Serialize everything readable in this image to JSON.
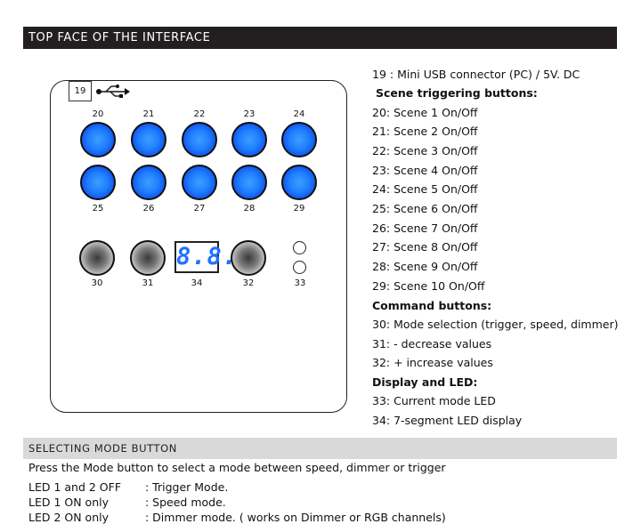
{
  "section1": {
    "title": "TOP FACE OF THE INTERFACE"
  },
  "device": {
    "usb_label": "19",
    "top_row": [
      "20",
      "21",
      "22",
      "23",
      "24"
    ],
    "mid_row": [
      "25",
      "26",
      "27",
      "28",
      "29"
    ],
    "bottom_labels": [
      "30",
      "31",
      "34",
      "32",
      "33"
    ],
    "display_value": "8.8."
  },
  "legend": [
    "19 : Mini USB connector (PC) / 5V. DC",
    "Scene triggering buttons:",
    "20: Scene 1 On/Off",
    "21: Scene 2 On/Off",
    "22: Scene 3 On/Off",
    "23: Scene 4 On/Off",
    "24: Scene 5 On/Off",
    "25: Scene 6 On/Off",
    "26: Scene 7 On/Off",
    "27: Scene 8 On/Off",
    "28: Scene 9 On/Off",
    "29: Scene 10 On/Off",
    "Command buttons:",
    "30: Mode selection (trigger, speed, dimmer)",
    "31: - decrease values",
    "32: + increase values",
    "Display and LED:",
    "33: Current mode LED",
    "34: 7-segment LED display"
  ],
  "section2": {
    "title": "SELECTING MODE BUTTON",
    "intro": "Press the Mode button to select a mode between speed, dimmer or trigger",
    "modes": [
      {
        "key": "LED 1 and 2 OFF",
        "value": ": Trigger Mode."
      },
      {
        "key": "LED 1 ON only",
        "value": ": Speed mode."
      },
      {
        "key": "LED 2 ON only",
        "value": ": Dimmer mode. ( works on Dimmer or RGB channels)"
      }
    ]
  },
  "colors": {
    "button_blue": "#1f7dff",
    "header_dark": "#231f20",
    "header_light": "#d9d9d9"
  },
  "icons": {
    "usb": "usb-icon"
  }
}
